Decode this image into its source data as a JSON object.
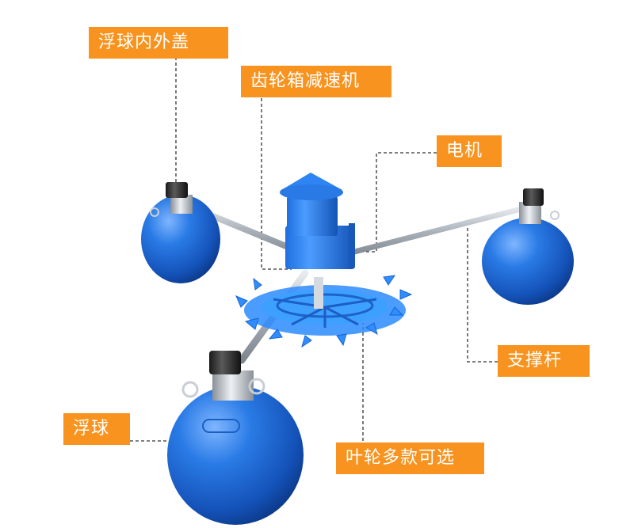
{
  "labels": {
    "float_cover": "浮球内外盖",
    "gearbox": "齿轮箱减速机",
    "motor": "电机",
    "support_rod": "支撑杆",
    "float": "浮球",
    "impeller": "叶轮多款可选"
  },
  "colors": {
    "label_bg": "#f7931e",
    "label_text": "#ffffff",
    "plastic_blue": "#1e6fd9",
    "leader_line": "#333333",
    "rod": "#b9bfc6"
  }
}
